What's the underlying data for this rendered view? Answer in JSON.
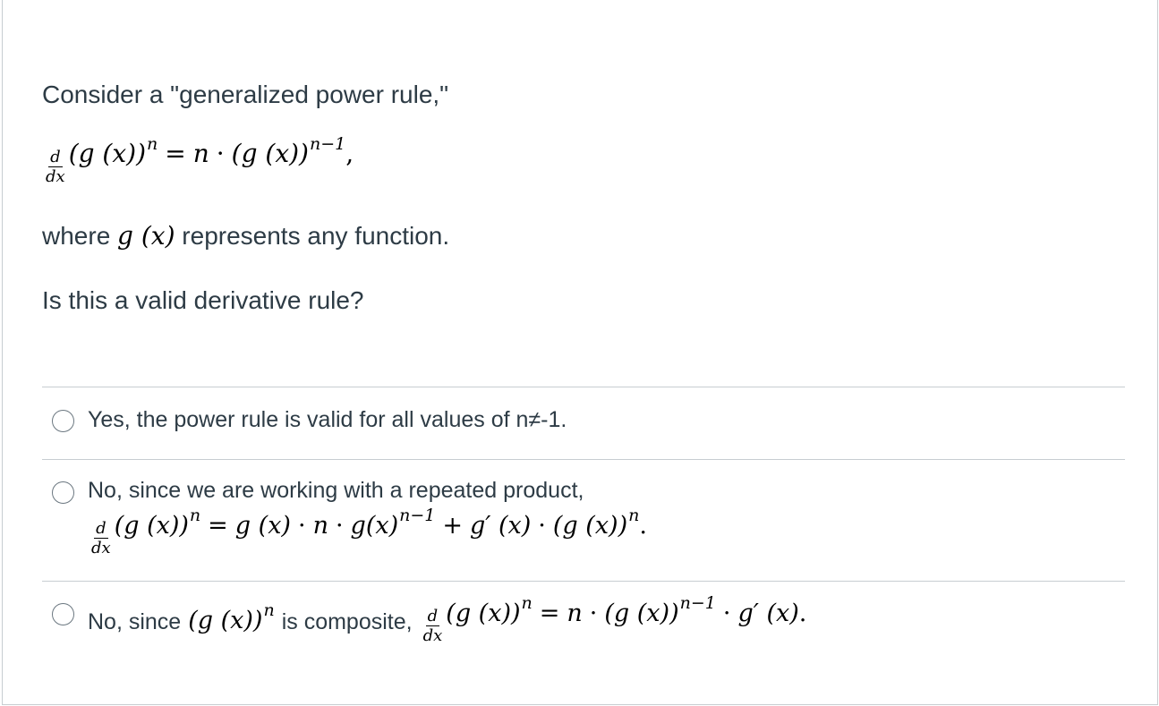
{
  "question": {
    "intro": "Consider a \"generalized power rule,\"",
    "where_pre": "where",
    "where_post": "represents any function.",
    "ask": "Is this a valid derivative rule?"
  },
  "answers": [
    {
      "text": "Yes, the power rule is valid for all values of n≠-1."
    },
    {
      "text": "No, since we are working with a repeated product,"
    },
    {
      "text_pre": "No, since",
      "text_mid": "is composite,"
    }
  ],
  "math": {
    "d": "d",
    "dx": "dx",
    "g_of_x": "g (x)",
    "paren_g_of_x": "(g (x))",
    "n": "n",
    "n_minus_1": "n−1",
    "equals": "=",
    "dot": "·",
    "plus": "+",
    "comma": ",",
    "period": ".",
    "g_prime_of_x": "g′ (x)",
    "g_x_tight": "g(x)"
  }
}
